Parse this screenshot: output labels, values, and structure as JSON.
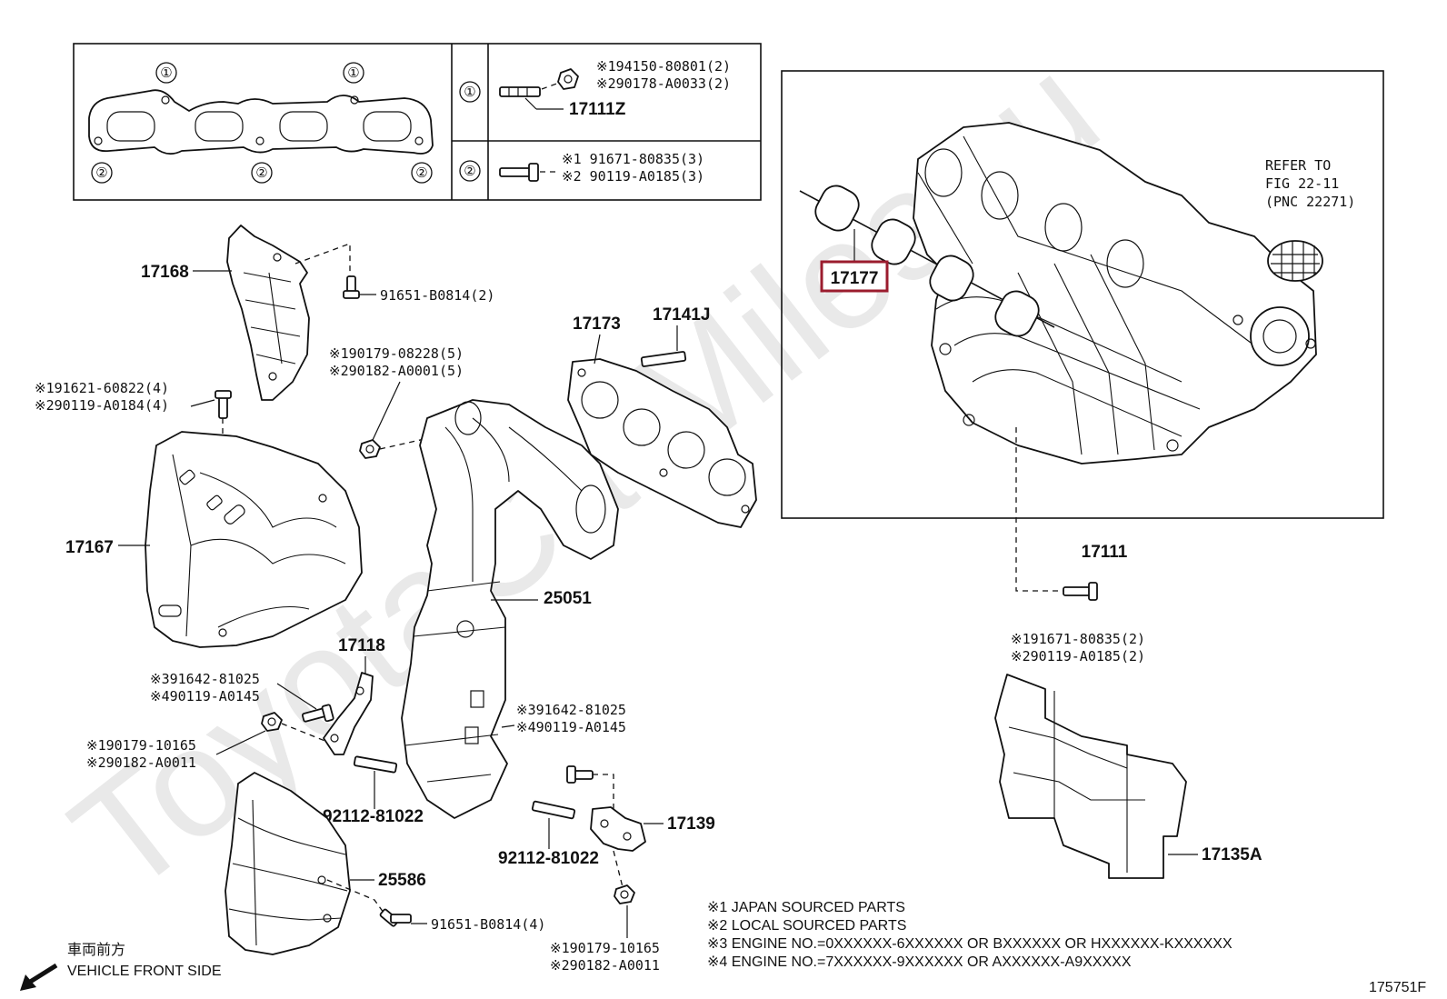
{
  "watermark": "ToyotaCarMiles.ru",
  "figure_id": "175751F",
  "circle_marks": {
    "one": "①",
    "two": "②"
  },
  "legend_table": {
    "row1": {
      "part": "17111Z",
      "line1": "※194150-80801(2)",
      "line2": "※290178-A0033(2)"
    },
    "row2": {
      "line1": "※1 91671-80835(3)",
      "line2": "※2 90119-A0185(3)"
    }
  },
  "refer": {
    "line1": "REFER TO",
    "line2": "FIG 22-11",
    "line3": "(PNC 22271)"
  },
  "parts": {
    "p17168": "17168",
    "p17167": "17167",
    "p17173": "17173",
    "p17141J": "17141J",
    "p25051": "25051",
    "p17118": "17118",
    "p25586": "25586",
    "p17139": "17139",
    "p17177": "17177",
    "p17111": "17111",
    "p17135A": "17135A",
    "p92112a": "92112-81022",
    "p92112b": "92112-81022"
  },
  "fasteners": {
    "f91651a": "91651-B0814(2)",
    "f91651b": "91651-B0814(4)",
    "f190179a_1": "※190179-08228(5)",
    "f190179a_2": "※290182-A0001(5)",
    "f191621_1": "※191621-60822(4)",
    "f191621_2": "※290119-A0184(4)",
    "f391642a_1": "※391642-81025",
    "f391642a_2": "※490119-A0145",
    "f190179b_1": "※190179-10165",
    "f190179b_2": "※290182-A0011",
    "f391642b_1": "※391642-81025",
    "f391642b_2": "※490119-A0145",
    "f191671_1": "※191671-80835(2)",
    "f191671_2": "※290119-A0185(2)",
    "f190179c_1": "※190179-10165",
    "f190179c_2": "※290182-A0011"
  },
  "notes": [
    "※1 JAPAN SOURCED PARTS",
    "※2 LOCAL SOURCED PARTS",
    "※3 ENGINE NO.=0XXXXXX-6XXXXXX OR BXXXXXX OR HXXXXXX-KXXXXXX",
    "※4 ENGINE NO.=7XXXXXX-9XXXXXX OR AXXXXXX-A9XXXXX"
  ],
  "front": {
    "jp": "車両前方",
    "en": "VEHICLE FRONT SIDE"
  },
  "colors": {
    "highlight": "#9b1c2e",
    "line": "#111111",
    "watermark": "#e9e9e9"
  }
}
